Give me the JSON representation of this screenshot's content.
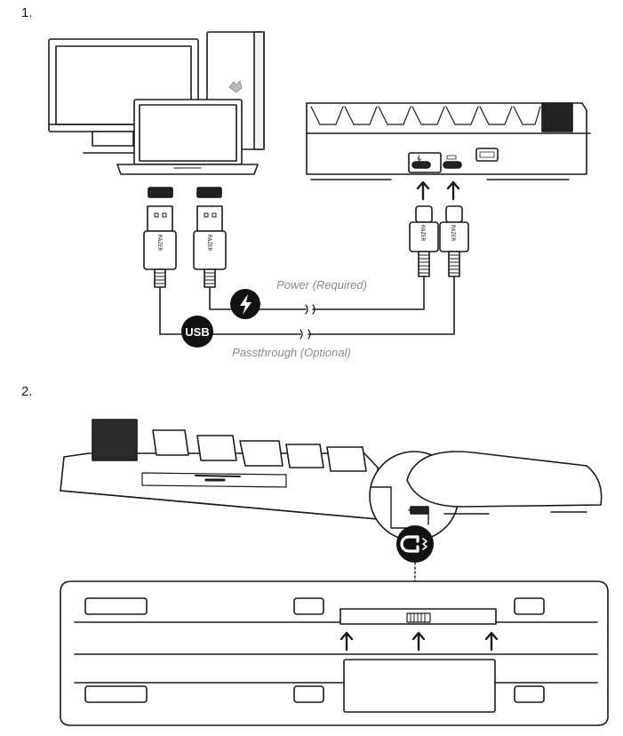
{
  "steps": {
    "step1": "1.",
    "step2": "2."
  },
  "cables": {
    "power_label": "Power (Required)",
    "passthrough_label": "Passthrough (Optional)",
    "usb_badge": "USB",
    "brand_print": "RAZER"
  },
  "icons": [
    "lightning-icon",
    "magnet-icon",
    "arrow-up-icon"
  ],
  "colors": {
    "line": "#1a1a1a",
    "label": "#8a8a8a",
    "badge": "#111111"
  }
}
